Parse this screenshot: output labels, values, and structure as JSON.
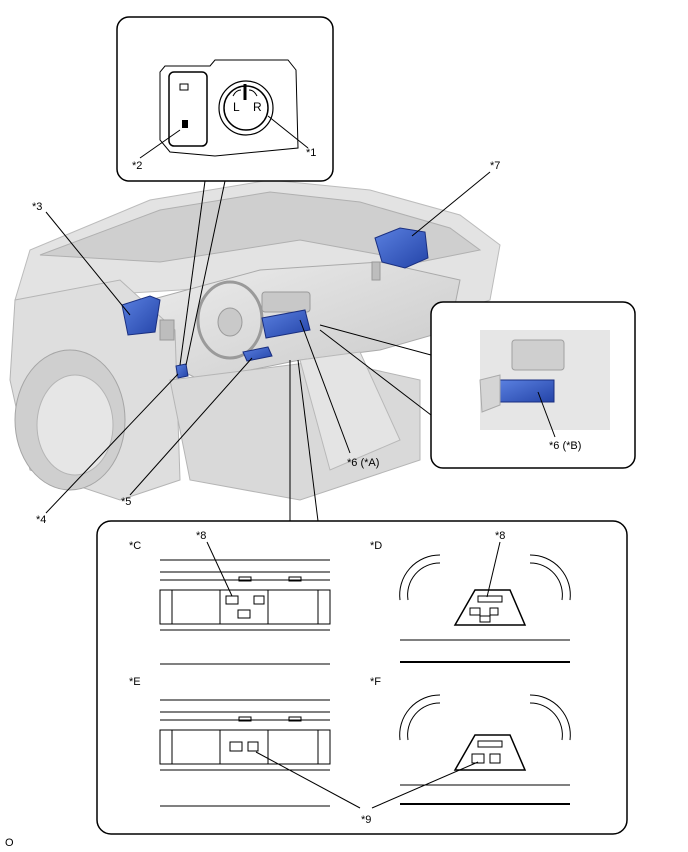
{
  "labels": {
    "c1": "*1",
    "c2": "*2",
    "c3": "*3",
    "c4": "*4",
    "c5": "*5",
    "c6a": "*6 (*A)",
    "c6b": "*6 (*B)",
    "c7": "*7",
    "c8_left": "*8",
    "c8_right": "*8",
    "c9": "*9",
    "variant_c": "*C",
    "variant_d": "*D",
    "variant_e": "*E",
    "variant_f": "*F",
    "switch_l": "L",
    "switch_r": "R",
    "image_code": "O"
  },
  "colors": {
    "highlight": "#3a5fc8",
    "line": "#000000",
    "vehicle": "#d9d9d9"
  }
}
